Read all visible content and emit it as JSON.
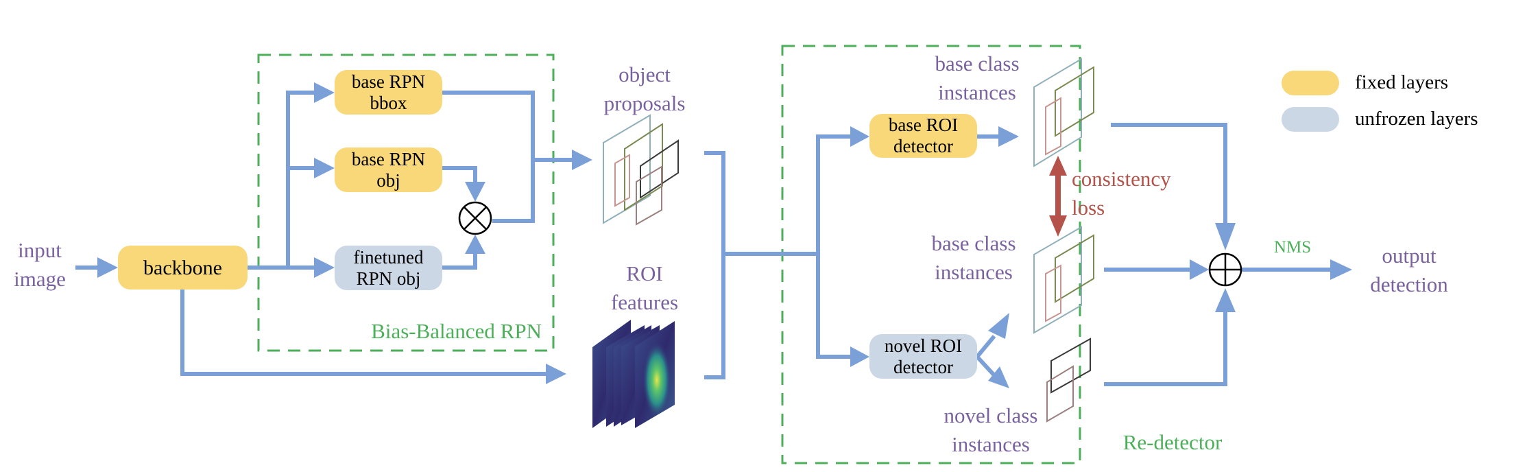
{
  "colors": {
    "fixed": "#f8d878",
    "unfrozen": "#ccd7e6",
    "arrow": "#7ba0d8",
    "dashed_group": "#4caf5a",
    "label_purple": "#7a62a0",
    "consistency": "#b5524a"
  },
  "inputs": {
    "input_image": [
      "input",
      "image"
    ]
  },
  "nodes": {
    "backbone": {
      "label": "backbone",
      "type": "fixed"
    },
    "base_rpn_bbox": {
      "label": [
        "base RPN",
        "bbox"
      ],
      "type": "fixed"
    },
    "base_rpn_obj": {
      "label": [
        "base RPN",
        "obj"
      ],
      "type": "fixed"
    },
    "finetuned_rpn_obj": {
      "label": [
        "finetuned",
        "RPN obj"
      ],
      "type": "unfrozen"
    },
    "base_roi_detector": {
      "label": [
        "base ROI",
        "detector"
      ],
      "type": "fixed"
    },
    "novel_roi_detector": {
      "label": [
        "novel ROI",
        "detector"
      ],
      "type": "unfrozen"
    }
  },
  "operators": {
    "multiply": "⊗",
    "add": "⊕"
  },
  "groups": {
    "bias_balanced_rpn": "Bias-Balanced RPN",
    "re_detector": "Re-detector"
  },
  "labels": {
    "object_proposals": [
      "object",
      "proposals"
    ],
    "roi_features": [
      "ROI",
      "features"
    ],
    "base_class_instances_top": [
      "base class",
      "instances"
    ],
    "base_class_instances_mid": [
      "base class",
      "instances"
    ],
    "novel_class_instances": [
      "novel class",
      "instances"
    ],
    "consistency_loss": [
      "consistency",
      "loss"
    ],
    "nms": "NMS",
    "output_detection": [
      "output",
      "detection"
    ]
  },
  "legend": [
    {
      "label": "fixed layers",
      "type": "fixed"
    },
    {
      "label": "unfrozen layers",
      "type": "unfrozen"
    }
  ]
}
